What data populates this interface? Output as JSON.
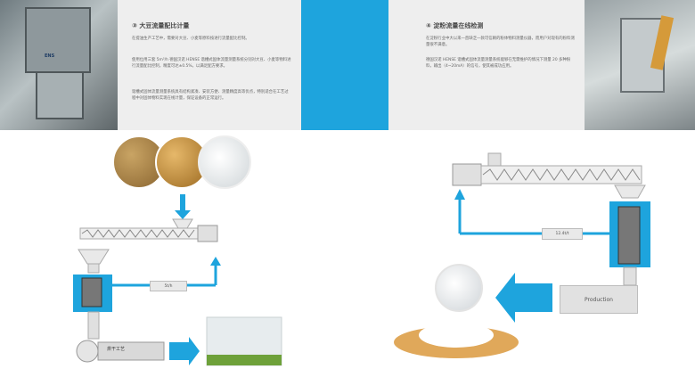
{
  "left_section": {
    "title": "③ 大豆流量配比计量",
    "p1": "在提油生产工艺中，需要对大豆、小麦等原料按进行流量配比控制。",
    "p2": "使用位用三套 5m³/h 德国汉诺 HENSE 谐槽式固体流量测量系统分别对大豆、小麦等物料进行流量配比控制，精度可达±0.5%，以满足配方要求。",
    "p3": "谐槽式固体流量测量系统具有结构紧凑、安装方便、测量精度高等优点，特别适合在工艺过程中对固体物料实现在线计量，保证设备的正常运行。",
    "flow_label": "5t/h",
    "dryer_label": "烘干工艺"
  },
  "right_section": {
    "title": "④ 淀粉流量在线检测",
    "p1": "在淀粉行业中大以来一直缺乏一款可信赖的粉体物料测量仪器，而用户对现有的粉料测量很不满意。",
    "p2": "德国汉诺 HENSE 谐槽式固体流量测量系统能够在无需维护的情况下测量 20 多种粉料，输出（4~20mA）的信号，使其被成功应用。",
    "flow_label": "12.4t/t",
    "production_label": "Production"
  },
  "photo_left": {
    "badge": "ENS"
  },
  "colors": {
    "accent_blue": "#1ea4dd",
    "panel_gray": "#eeeeee"
  }
}
